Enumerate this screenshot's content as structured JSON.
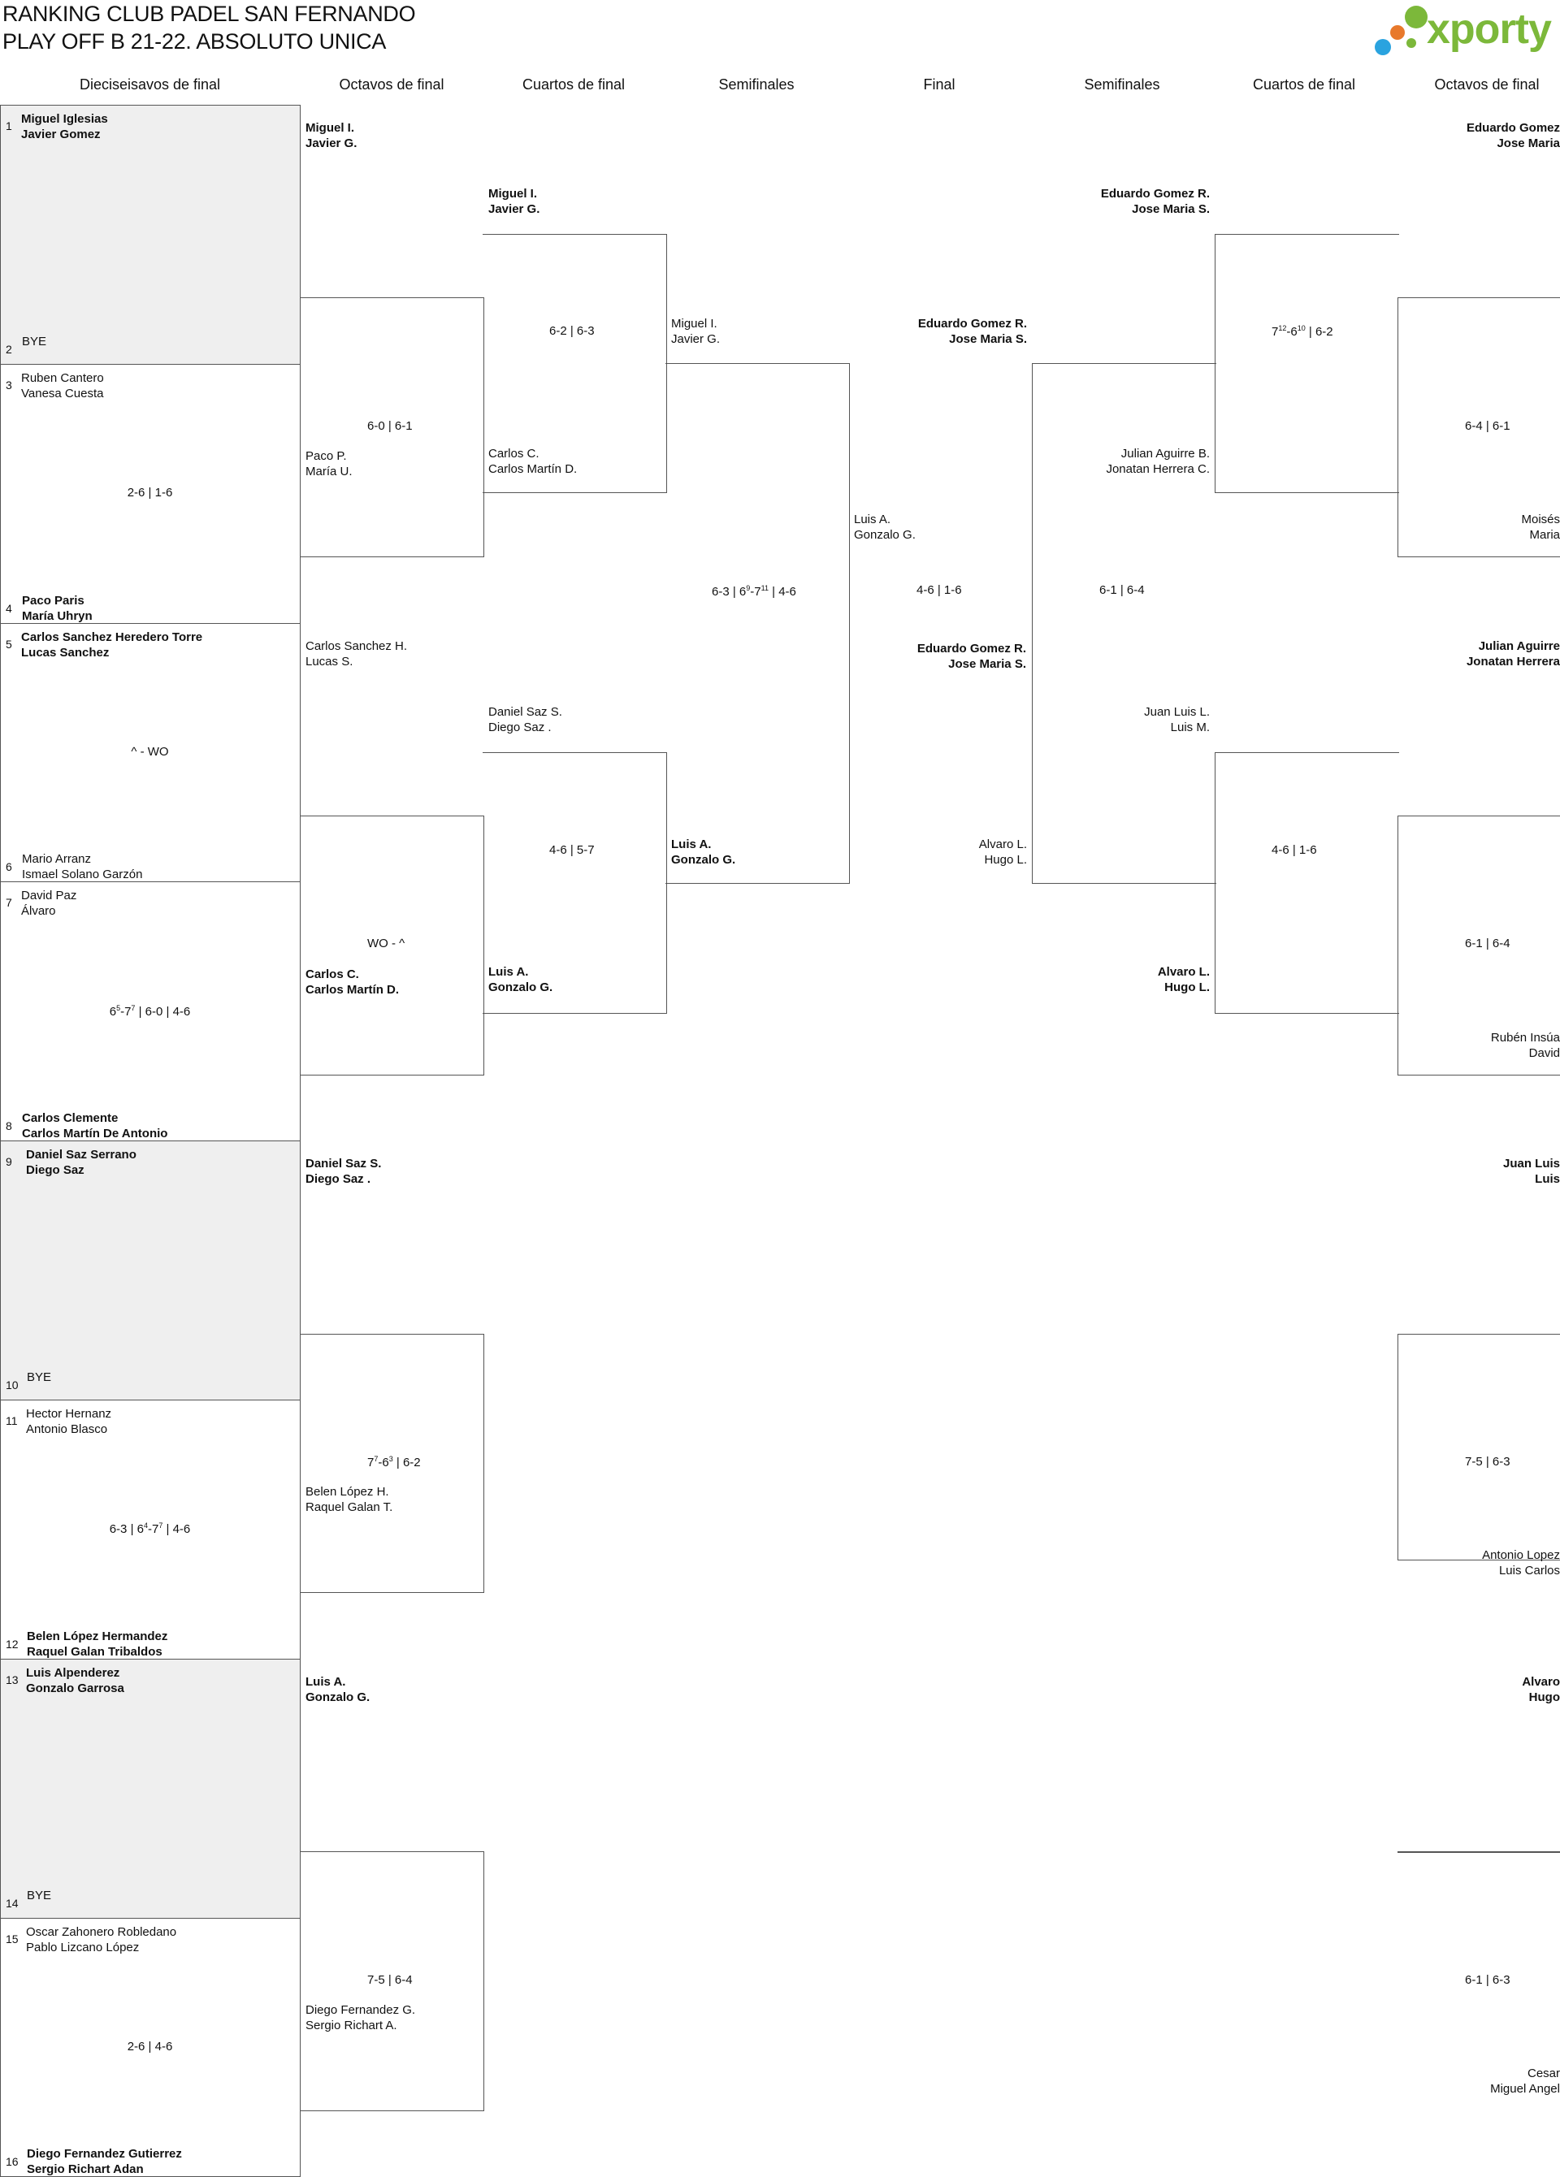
{
  "title": {
    "line1": "RANKING CLUB PADEL SAN FERNANDO",
    "line2": "PLAY OFF B 21-22. ABSOLUTO UNICA"
  },
  "logo": {
    "text": "xporty",
    "colors": [
      "#7cb83a",
      "#e8792b",
      "#2aa3df"
    ]
  },
  "rounds": [
    "Dieciseisavos de final",
    "Octavos de final",
    "Cuartos de final",
    "Semifinales",
    "Final",
    "Semifinales",
    "Cuartos de final",
    "Octavos de final"
  ],
  "r1": [
    {
      "s1": "1",
      "p1a": "Miguel Iglesias",
      "p1b": "Javier Gomez",
      "s2": "2",
      "p2a": "BYE",
      "p2b": "",
      "score": ""
    },
    {
      "s1": "3",
      "p1a": "Ruben Cantero",
      "p1b": "Vanesa Cuesta",
      "s2": "4",
      "p2a": "Paco Paris",
      "p2b": "María Uhryn",
      "score": "2-6 | 1-6"
    },
    {
      "s1": "5",
      "p1a": "Carlos Sanchez Heredero Torre",
      "p1b": "Lucas Sanchez",
      "s2": "6",
      "p2a": "Mario Arranz",
      "p2b": "Ismael Solano Garzón",
      "score": "^ - WO"
    },
    {
      "s1": "7",
      "p1a": "David Paz",
      "p1b": "Álvaro",
      "s2": "8",
      "p2a": "Carlos Clemente",
      "p2b": "Carlos Martín De Antonio",
      "score": "6⁵-7⁷ | 6-0 | 4-6"
    },
    {
      "s1": "9",
      "p1a": "Daniel Saz Serrano",
      "p1b": "Diego Saz",
      "s2": "10",
      "p2a": "BYE",
      "p2b": "",
      "score": ""
    },
    {
      "s1": "11",
      "p1a": "Hector Hernanz",
      "p1b": "Antonio Blasco",
      "s2": "12",
      "p2a": "Belen López Hermandez",
      "p2b": "Raquel Galan Tribaldos",
      "score": "6-3 | 6⁴-7⁷ | 4-6"
    },
    {
      "s1": "13",
      "p1a": "Luis Alpenderez",
      "p1b": "Gonzalo Garrosa",
      "s2": "14",
      "p2a": "BYE",
      "p2b": "",
      "score": ""
    },
    {
      "s1": "15",
      "p1a": "Oscar Zahonero Robledano",
      "p1b": "Pablo Lizcano López",
      "s2": "16",
      "p2a": "Diego Fernandez Gutierrez",
      "p2b": "Sergio Richart Adan",
      "score": "2-6 | 4-6"
    }
  ],
  "left_r16": [
    {
      "t1a": "Miguel I.",
      "t1b": "Javier G.",
      "t2a": "Paco P.",
      "t2b": "María U.",
      "score": "6-0 | 6-1"
    },
    {
      "t1a": "Carlos Sanchez H.",
      "t1b": "Lucas S.",
      "t2a": "Carlos C.",
      "t2b": "Carlos Martín D.",
      "score": "WO - ^"
    },
    {
      "t1a": "Daniel Saz S.",
      "t1b": "Diego Saz .",
      "t2a": "Belen López H.",
      "t2b": "Raquel Galan T.",
      "score": "7⁷-6³ | 6-2"
    },
    {
      "t1a": "Luis A.",
      "t1b": "Gonzalo G.",
      "t2a": "Diego Fernandez G.",
      "t2b": "Sergio Richart A.",
      "score": "7-5 | 6-4"
    }
  ],
  "left_qf": [
    {
      "t1a": "Miguel I.",
      "t1b": "Javier G.",
      "t2a": "Carlos C.",
      "t2b": "Carlos Martín D.",
      "score": "6-2 | 6-3"
    },
    {
      "t1a": "Daniel Saz S.",
      "t1b": "Diego Saz .",
      "t2a": "Luis A.",
      "t2b": "Gonzalo G.",
      "score": "4-6 | 5-7"
    }
  ],
  "left_sf": {
    "t1a": "Miguel I.",
    "t1b": "Javier G.",
    "t2a": "Luis A.",
    "t2b": "Gonzalo G.",
    "score": "6-3 | 6⁹-7¹¹ | 4-6"
  },
  "final": {
    "t1a": "Luis A.",
    "t1b": "Gonzalo G.",
    "t2a": "Eduardo Gomez R.",
    "t2b": "Jose Maria S.",
    "score": "4-6 | 1-6"
  },
  "right_sf": {
    "t1a": "Eduardo Gomez R.",
    "t1b": "Jose Maria S.",
    "t2a": "Alvaro L.",
    "t2b": "Hugo L.",
    "score": "6-1 | 6-4"
  },
  "right_qf": [
    {
      "t1a": "Eduardo Gomez R.",
      "t1b": "Jose Maria S.",
      "t2a": "Julian Aguirre B.",
      "t2b": "Jonatan Herrera C.",
      "score": "7¹²-6¹⁰ | 6-2"
    },
    {
      "t1a": "Juan Luis L.",
      "t1b": "Luis M.",
      "t2a": "Alvaro L.",
      "t2b": "Hugo L.",
      "score": "4-6 | 1-6"
    }
  ],
  "right_r16": [
    {
      "t1a": "Eduardo Gomez",
      "t1b": "Jose Maria",
      "t2a": "Moisés",
      "t2b": "Maria",
      "score": "6-4 | 6-1"
    },
    {
      "t1a": "Julian Aguirre",
      "t1b": "Jonatan Herrera",
      "t2a": "Rubén Insúa",
      "t2b": "David",
      "score": "6-1 | 6-4"
    },
    {
      "t1a": "Juan Luis",
      "t1b": "Luis",
      "t2a": "Antonio Lopez",
      "t2b": "Luis Carlos",
      "score": "7-5 | 6-3"
    },
    {
      "t1a": "Alvaro",
      "t1b": "Hugo",
      "t2a": "Cesar",
      "t2b": "Miguel Angel",
      "score": "6-1 | 6-3"
    }
  ]
}
